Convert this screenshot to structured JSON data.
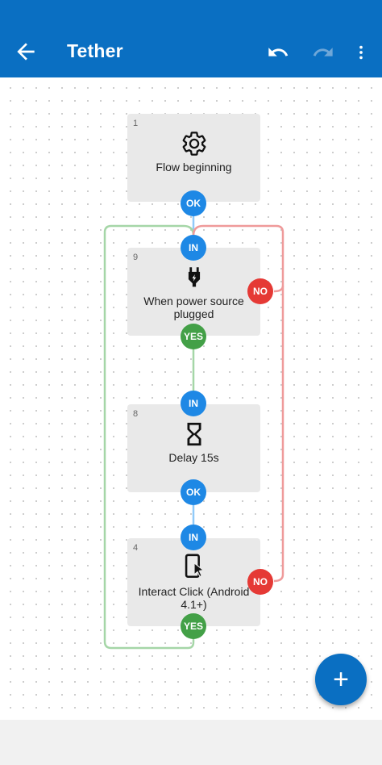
{
  "appbar": {
    "title": "Tether",
    "back_icon": "arrow-left-icon",
    "undo_icon": "undo-icon",
    "redo_icon": "redo-icon",
    "more_icon": "more-vert-icon",
    "color": "#0a6fc2"
  },
  "blocks": [
    {
      "num": "1",
      "label": "Flow beginning",
      "icon": "gear-icon"
    },
    {
      "num": "9",
      "label": "When power source plugged",
      "icon": "power-plug-icon"
    },
    {
      "num": "8",
      "label": "Delay 15s",
      "icon": "hourglass-icon"
    },
    {
      "num": "4",
      "label": "Interact Click (Android 4.1+)",
      "icon": "tap-screen-icon"
    }
  ],
  "ports": {
    "ok": "OK",
    "in": "IN",
    "yes": "YES",
    "no": "NO"
  },
  "colors": {
    "port_blue": "#1e88e5",
    "port_green": "#43a047",
    "port_red": "#e53935",
    "line_green": "#a5d6a7",
    "line_red": "#ef9a9a",
    "line_blue": "#90caf9"
  },
  "fab": {
    "label": "+",
    "icon": "add-icon"
  }
}
